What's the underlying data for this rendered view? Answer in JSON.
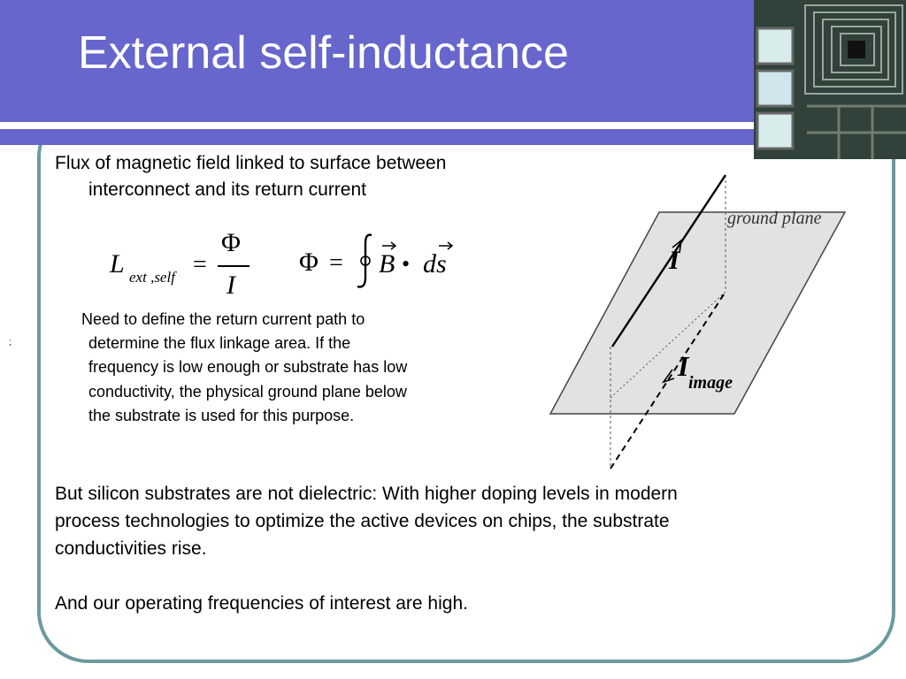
{
  "slide": {
    "title": "External self-inductance",
    "intro_line1": "Flux of magnetic field linked to surface between",
    "intro_line2": "interconnect and its return current",
    "note_lines": [
      "Need to define the return current path to",
      "determine the flux linkage area.  If the",
      "frequency is low enough or substrate has low",
      "conductivity, the physical ground plane below",
      "the substrate is used for this purpose."
    ],
    "para1_lines": [
      "But silicon substrates are not dielectric: With higher doping levels in modern",
      "process technologies to optimize the active devices on chips, the substrate",
      "conductivities rise."
    ],
    "para2": "And our operating frequencies of interest are high.",
    "stray_mark": ";"
  },
  "equations": {
    "lhs_L": "L",
    "lhs_sub": "ext ,self",
    "equals": "=",
    "phi": "Φ",
    "current": "I",
    "phi2": "Φ",
    "equals2": "=",
    "B": "B",
    "dot": "•",
    "ds": "ds"
  },
  "diagram": {
    "ground_plane_label": "ground plane",
    "current_label": "I",
    "image_label_main": "I",
    "image_label_sub": "image"
  },
  "colors": {
    "banner": "#6666cc",
    "frame": "#6a9a9e",
    "plane": "#e2e2e2"
  }
}
